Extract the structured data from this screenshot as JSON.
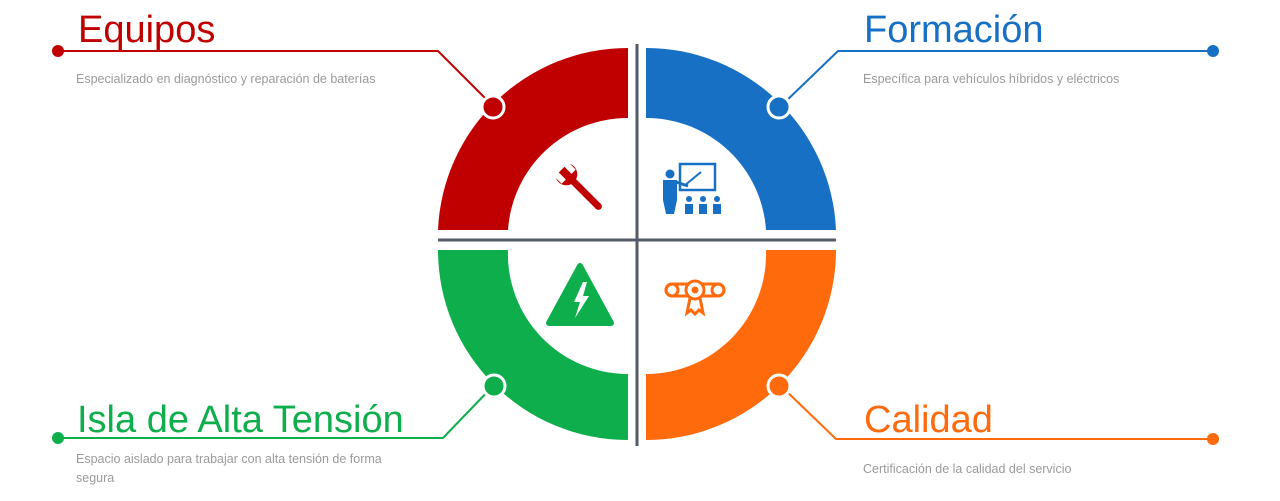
{
  "colors": {
    "equipos": "#c00000",
    "formacion": "#1770c4",
    "isla": "#0eae4c",
    "calidad": "#ff6a0c",
    "divider": "#555a6a",
    "description": "#9a9a9a"
  },
  "segments": {
    "equipos": {
      "title": "Equipos",
      "description": "Especializado en diagnóstico y reparación de baterías",
      "icon": "wrench-icon"
    },
    "formacion": {
      "title": "Formación",
      "description": "Específica para vehículos híbridos y eléctricos",
      "icon": "presentation-training-icon"
    },
    "isla": {
      "title": "Isla de Alta Tensión",
      "description": "Espacio aislado para trabajar con alta tensión de forma segura",
      "icon": "high-voltage-warning-icon"
    },
    "calidad": {
      "title": "Calidad",
      "description": "Certificación de la calidad del servicio",
      "icon": "certificate-diploma-icon"
    }
  }
}
